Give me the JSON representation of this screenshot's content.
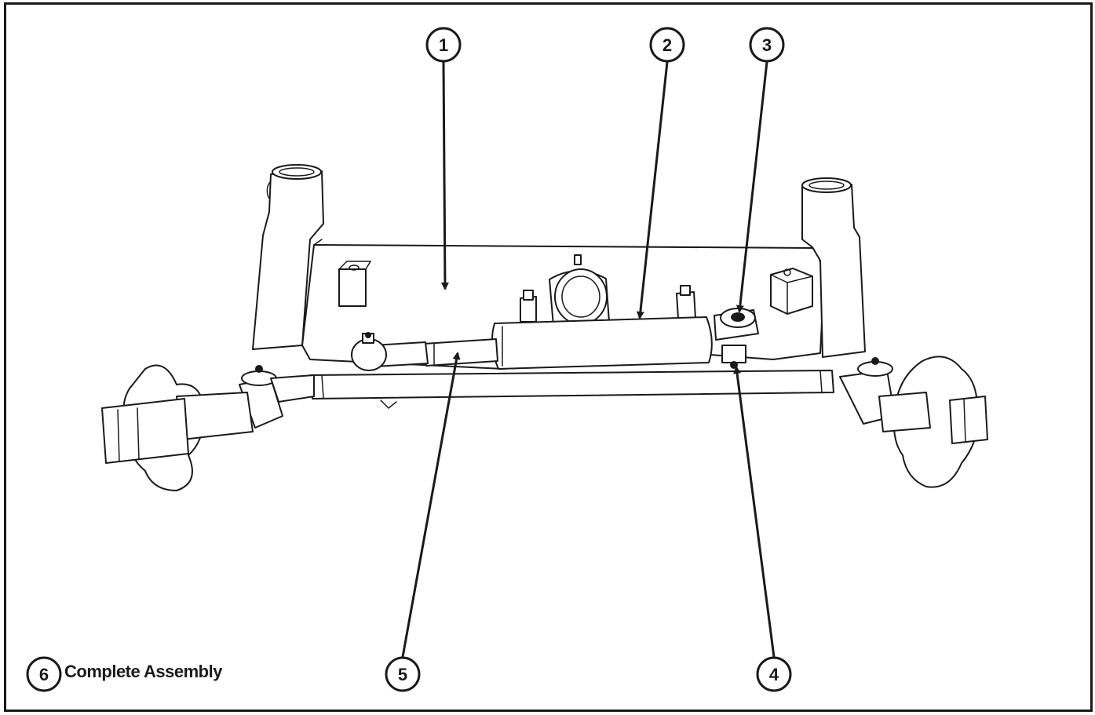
{
  "callouts": [
    {
      "id": "1",
      "label": "1"
    },
    {
      "id": "2",
      "label": "2"
    },
    {
      "id": "3",
      "label": "3"
    },
    {
      "id": "4",
      "label": "4"
    },
    {
      "id": "5",
      "label": "5"
    },
    {
      "id": "6",
      "label": "6"
    }
  ],
  "caption": "Complete Assembly",
  "colors": {
    "line": "#1a1a1a",
    "background": "#ffffff"
  }
}
